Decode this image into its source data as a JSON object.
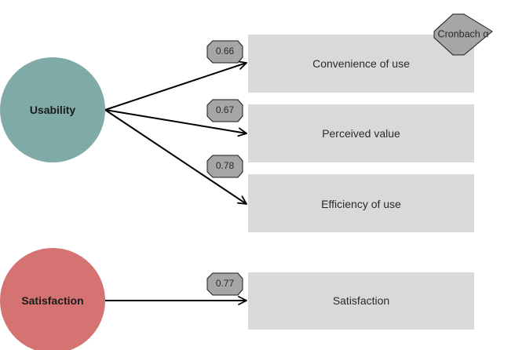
{
  "colors": {
    "usability_fill": "#7faaa8",
    "satisfaction_fill": "#d57272",
    "box_fill": "#d9d9d9",
    "badge_fill": "#a6a6a6",
    "arrow": "#000000"
  },
  "legend": {
    "label": "Cronbach α"
  },
  "latents": [
    {
      "id": "usability",
      "label": "Usability"
    },
    {
      "id": "satisfaction",
      "label": "Satisfaction"
    }
  ],
  "indicators": [
    {
      "label": "Convenience of use",
      "alpha": "0.66"
    },
    {
      "label": "Perceived value",
      "alpha": "0.67"
    },
    {
      "label": "Efficiency of use",
      "alpha": "0.78"
    },
    {
      "label": "Satisfaction",
      "alpha": "0.77"
    }
  ]
}
